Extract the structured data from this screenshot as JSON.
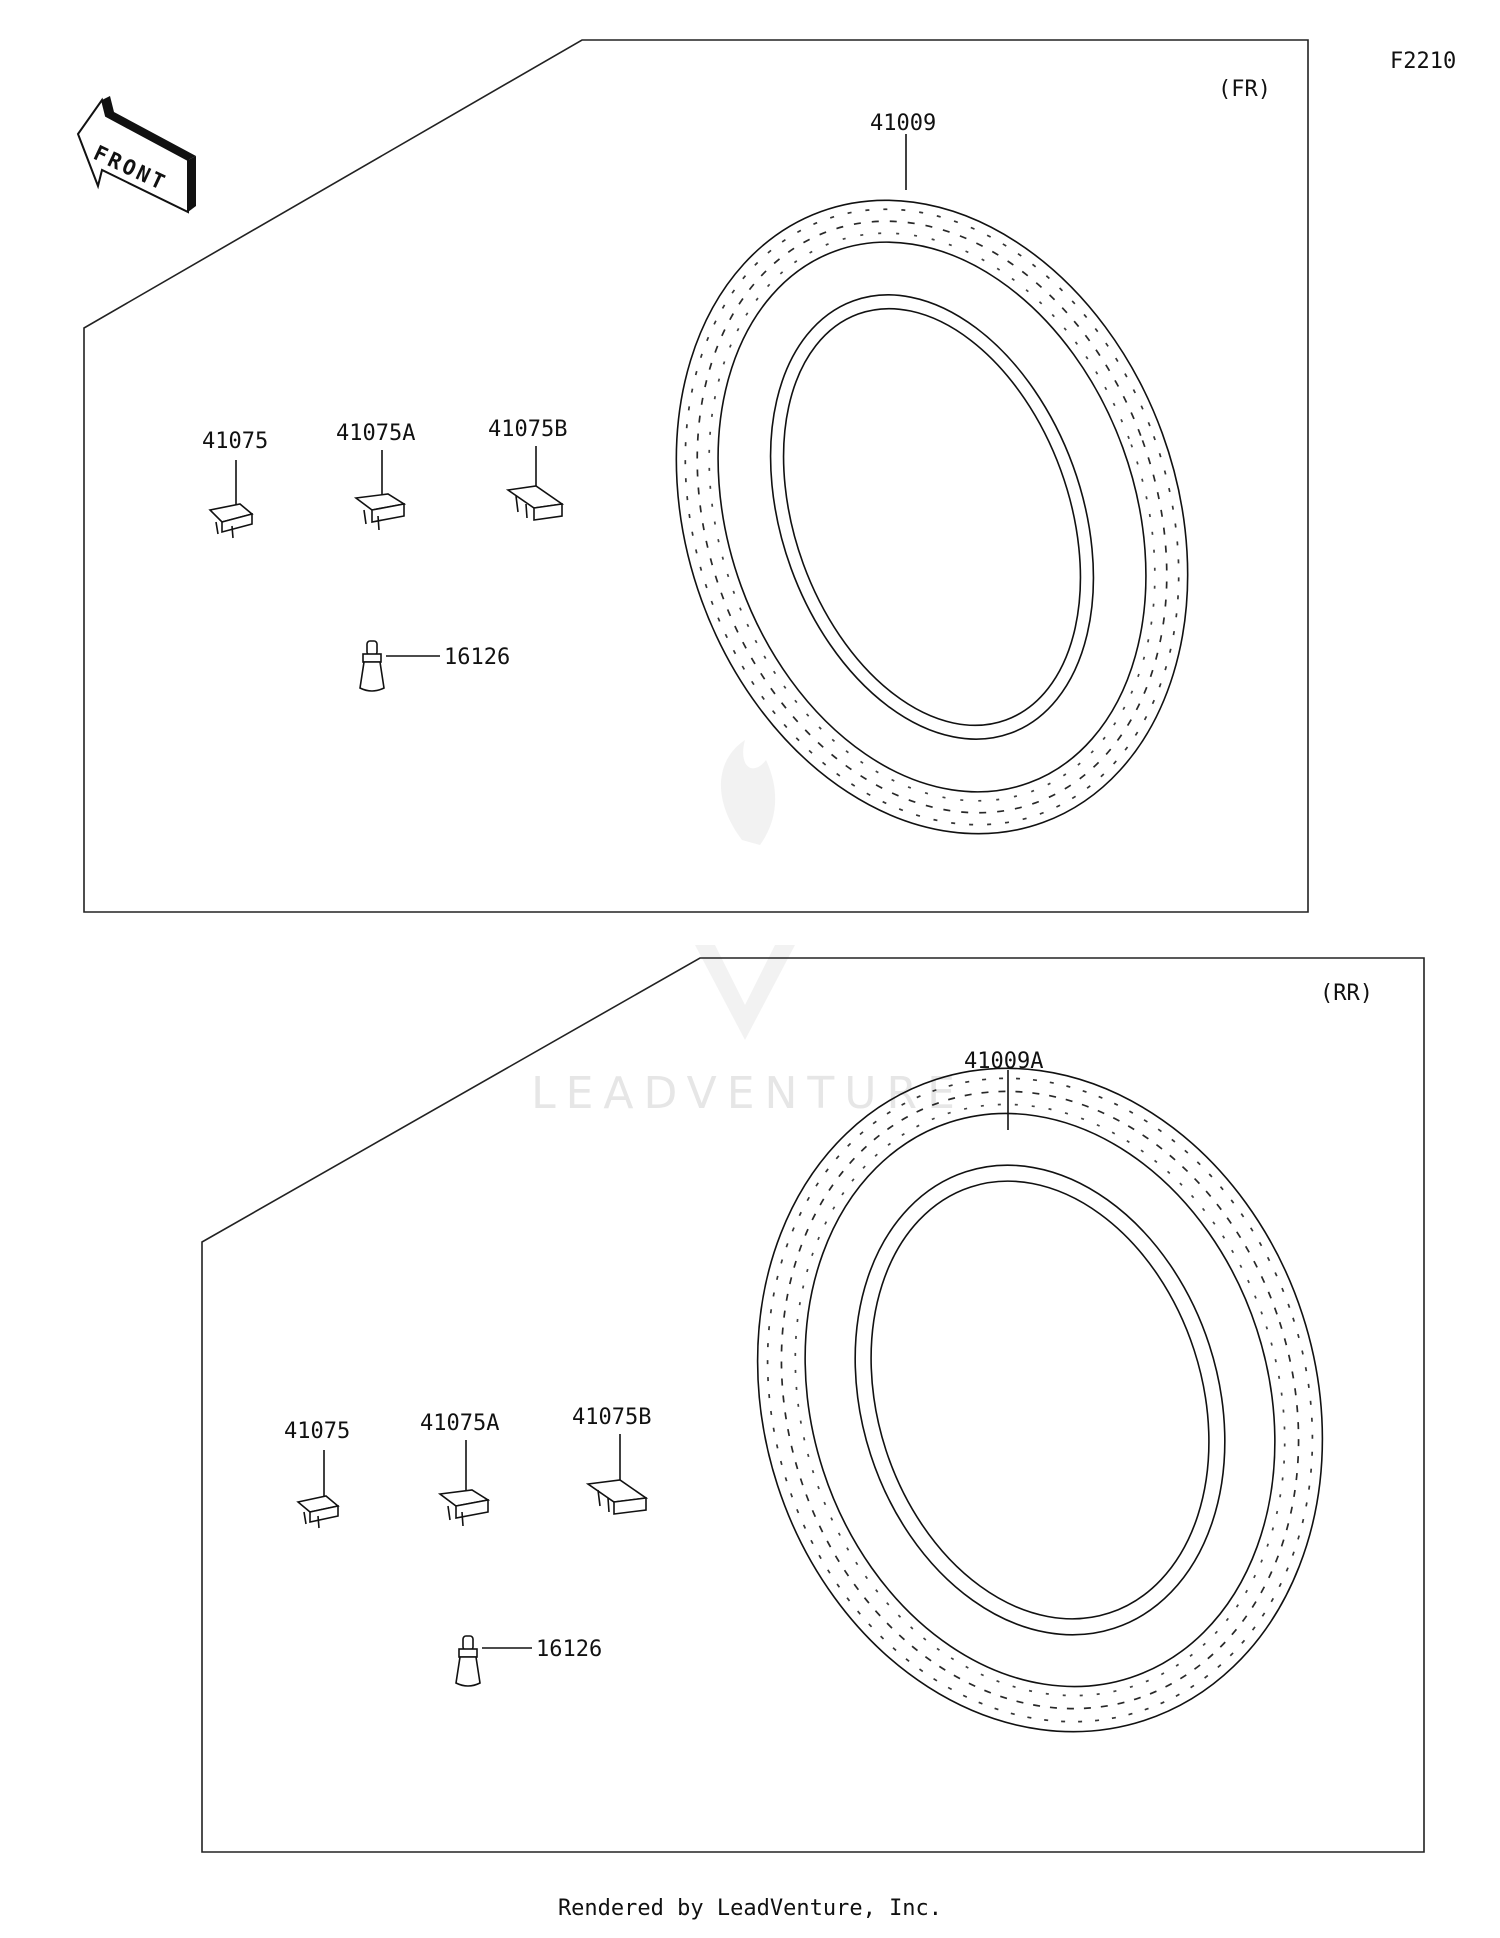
{
  "diagram_code": "F2210",
  "front_label": "FRONT",
  "watermark": "LEADVENTURE",
  "footer": "Rendered by LeadVenture, Inc.",
  "panels": [
    {
      "id": "front",
      "label": "(FR)",
      "tire": "41009",
      "weight_a": "41075",
      "weight_b": "41075A",
      "weight_c": "41075B",
      "valve": "16126"
    },
    {
      "id": "rear",
      "label": "(RR)",
      "tire": "41009A",
      "weight_a": "41075",
      "weight_b": "41075A",
      "weight_c": "41075B",
      "valve": "16126"
    }
  ]
}
